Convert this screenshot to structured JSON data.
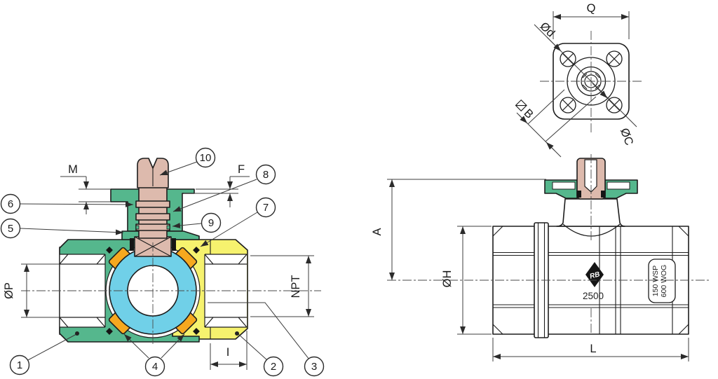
{
  "diagram": {
    "callouts": {
      "n1": "1",
      "n2": "2",
      "n3": "3",
      "n4": "4",
      "n5": "5",
      "n6": "6",
      "n7": "7",
      "n8": "8",
      "n9": "9",
      "n10": "10"
    },
    "dims": {
      "m": "M",
      "f": "F",
      "p": "ØP",
      "npt": "NPT",
      "i": "I",
      "q": "Q",
      "d": "Ød",
      "b": "B",
      "c": "ØC",
      "a": "A",
      "h": "ØH",
      "l": "L"
    },
    "side_view": {
      "logo": "RB",
      "model": "2500",
      "rating1": "150 WSP",
      "rating2": "600 WOG"
    },
    "colors": {
      "green": "#55B78D",
      "yellow": "#F6F26E",
      "cyan": "#70D0E8",
      "tan": "#DDBAAD",
      "orange": "#F6A81F",
      "black": "#151515",
      "line": "#1d1d1d",
      "dim": "#3c3c3c"
    }
  }
}
